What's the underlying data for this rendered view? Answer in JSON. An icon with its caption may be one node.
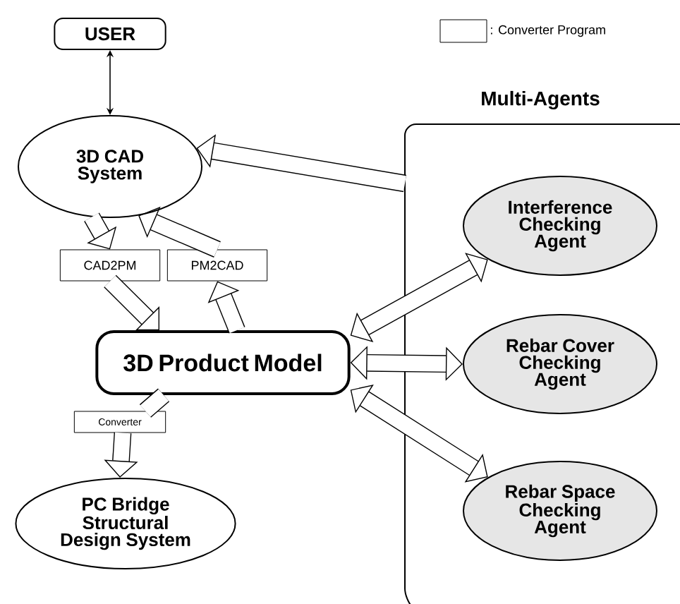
{
  "diagram": {
    "nodes": [
      {
        "text": [
          "USER"
        ]
      },
      {
        "text": [
          "3D CAD System"
        ]
      },
      {
        "text": [
          "CAD2PM"
        ]
      },
      {
        "text": [
          "PM2CAD"
        ]
      },
      {
        "text": [
          "3D Product Model"
        ]
      },
      {
        "text": [
          "Converter"
        ]
      },
      {
        "text": [
          "PC Bridge Structural Design System"
        ]
      },
      {
        "text": [
          "Multi-Agents"
        ]
      },
      {
        "text": [
          "Interference Checking Agent"
        ],
        "in": 7
      },
      {
        "text": [
          "Rebar Cover Checking Agent"
        ],
        "in": 7
      },
      {
        "text": [
          "Rebar Space Checking Agent"
        ],
        "in": 7
      }
    ],
    "edges": [
      {
        "from": 0,
        "to": 1,
        "arrow": "both"
      },
      {
        "from": 1,
        "to": 2,
        "arrow": "to"
      },
      {
        "from": 2,
        "to": 4,
        "arrow": "to"
      },
      {
        "from": 4,
        "to": 3,
        "arrow": "to"
      },
      {
        "from": 3,
        "to": 1,
        "arrow": "to"
      },
      {
        "from": 4,
        "to": 5,
        "arrow": "none"
      },
      {
        "from": 5,
        "to": 6,
        "arrow": "to"
      },
      {
        "from": 7,
        "to": 1,
        "arrow": "to"
      },
      {
        "from": 4,
        "to": 8,
        "arrow": "both"
      },
      {
        "from": 4,
        "to": 9,
        "arrow": "both"
      },
      {
        "from": 4,
        "to": 10,
        "arrow": "both"
      }
    ],
    "legend": [
      {
        "text": ": Converter Program"
      }
    ]
  }
}
